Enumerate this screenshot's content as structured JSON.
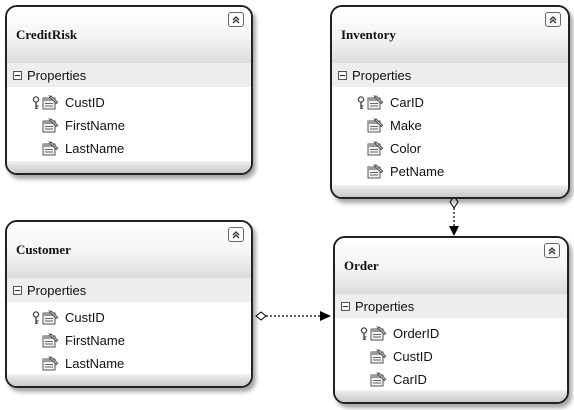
{
  "entities": {
    "creditrisk": {
      "title": "CreditRisk",
      "section": "Properties",
      "props": [
        {
          "name": "CustID",
          "key": true
        },
        {
          "name": "FirstName",
          "key": false
        },
        {
          "name": "LastName",
          "key": false
        }
      ]
    },
    "inventory": {
      "title": "Inventory",
      "section": "Properties",
      "props": [
        {
          "name": "CarID",
          "key": true
        },
        {
          "name": "Make",
          "key": false
        },
        {
          "name": "Color",
          "key": false
        },
        {
          "name": "PetName",
          "key": false
        }
      ]
    },
    "customer": {
      "title": "Customer",
      "section": "Properties",
      "props": [
        {
          "name": "CustID",
          "key": true
        },
        {
          "name": "FirstName",
          "key": false
        },
        {
          "name": "LastName",
          "key": false
        }
      ]
    },
    "order": {
      "title": "Order",
      "section": "Properties",
      "props": [
        {
          "name": "OrderID",
          "key": true
        },
        {
          "name": "CustID",
          "key": false
        },
        {
          "name": "CarID",
          "key": false
        }
      ]
    }
  },
  "icons": {
    "collapse": "collapse-chevron-up-icon",
    "section_toggle": "minus-box-icon",
    "key": "primary-key-icon",
    "property": "property-icon"
  },
  "colors": {
    "border": "#222222",
    "header_bottom": "#dcdcdc",
    "section_band": "#eeeeee",
    "connector": "#000000"
  }
}
